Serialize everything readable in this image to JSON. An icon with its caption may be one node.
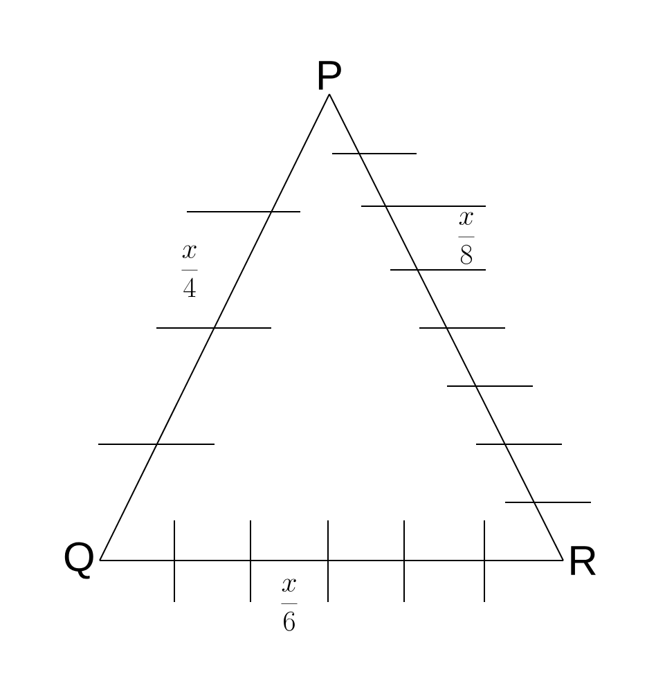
{
  "diagram": {
    "nodes": [
      {
        "text": [
          "P"
        ]
      },
      {
        "text": [
          "Q"
        ]
      },
      {
        "text": [
          "R"
        ]
      }
    ],
    "edges": [
      {
        "from": 0,
        "to": 1,
        "arrow": "none"
      },
      {
        "from": 1,
        "to": 2,
        "arrow": "none"
      },
      {
        "from": 2,
        "to": 0,
        "arrow": "none"
      }
    ],
    "labels": [
      "\\frac{x}{4}",
      "\\frac{x}{8}",
      "\\frac{x}{6}"
    ]
  }
}
